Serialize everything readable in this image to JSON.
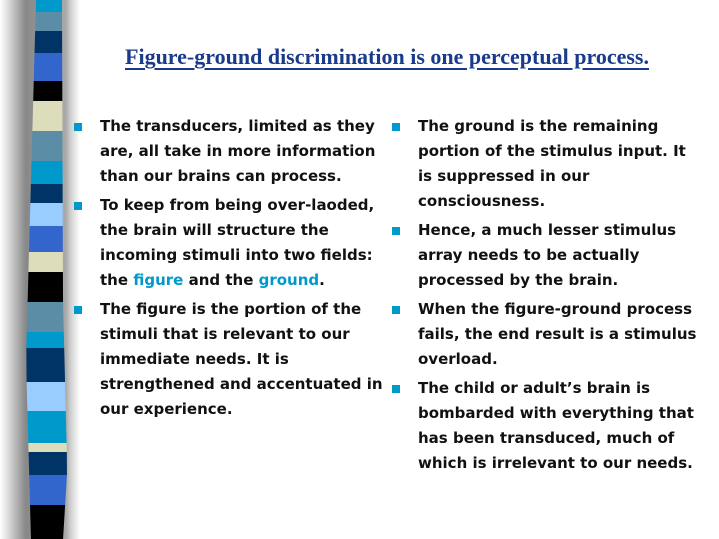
{
  "title": "Figure-ground discrimination is one perceptual process.",
  "left_bullets": [
    {
      "text": "The transducers, limited as they are, all take in more information than our brains can process."
    },
    {
      "pre": "To keep from being over-laoded, the brain will structure the incoming stimuli into two fields:  the ",
      "hl1": "figure",
      "mid": " and the ",
      "hl2": "ground",
      "post": "."
    },
    {
      "text": "The figure is the portion of the stimuli that is relevant to our immediate needs.  It is strengthened and accentuated in our experience."
    }
  ],
  "right_bullets": [
    {
      "text": "The ground is the remaining portion of the stimulus input.  It is suppressed in our consciousness."
    },
    {
      "text": "Hence, a much lesser stimulus array needs to be actually processed by the brain."
    },
    {
      "text": "When the figure-ground process fails, the end result is a stimulus overload."
    },
    {
      "text": "The child or adult’s brain is bombarded with everything that has been transduced, much of which is irrelevant to our needs."
    }
  ],
  "colors": {
    "bullet": "#0099cc",
    "title": "#1a3a8c",
    "highlight": "#0099cc"
  }
}
